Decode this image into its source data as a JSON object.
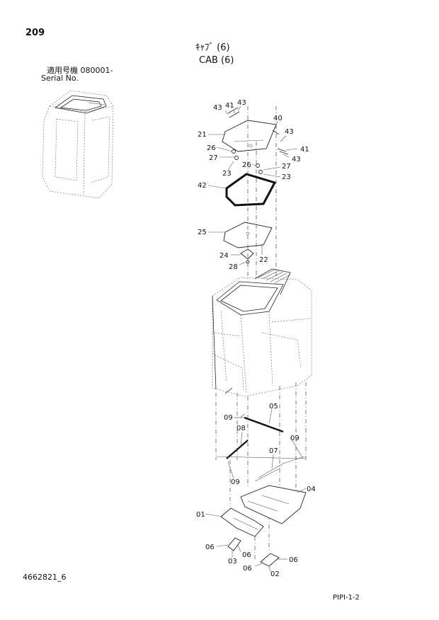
{
  "header": {
    "page_number": "209",
    "title_jp": "ｷｬﾌﾞ (6)",
    "title_en": "CAB (6)",
    "serial_label_jp": "適用号機 080001-",
    "serial_label_en": "Serial No."
  },
  "footer": {
    "drawing_code": "4662821_6",
    "page_ref": "PIPI-1-2"
  },
  "callouts": [
    "43",
    "41",
    "43",
    "40",
    "43",
    "21",
    "41",
    "26",
    "43",
    "27",
    "26",
    "27",
    "23",
    "23",
    "42",
    "25",
    "22",
    "24",
    "28",
    "05",
    "09",
    "08",
    "07",
    "09",
    "09",
    "04",
    "01",
    "06",
    "06",
    "03",
    "06",
    "06",
    "02"
  ]
}
